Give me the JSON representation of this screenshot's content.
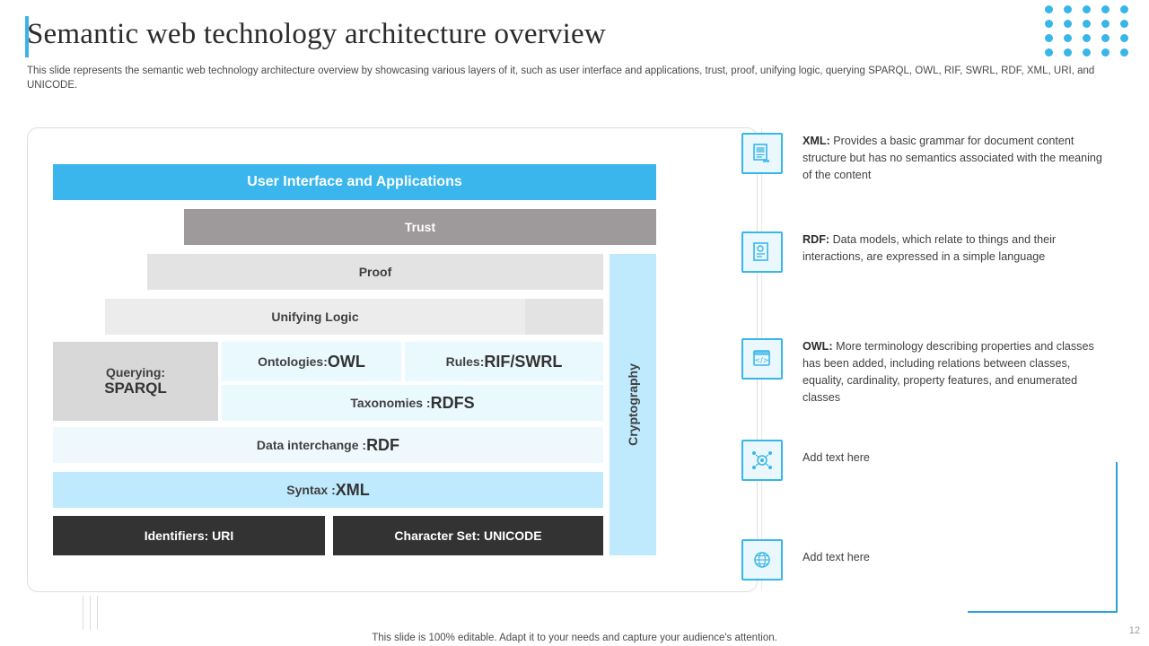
{
  "header": {
    "title": "Semantic web technology architecture overview",
    "subtitle": "This slide represents the semantic web technology architecture overview by showcasing various layers of it, such as user interface and applications, trust, proof, unifying logic, querying SPARQL, OWL, RIF, SWRL, RDF, XML, URI, and UNICODE."
  },
  "diagram": {
    "layers": {
      "ui": "User Interface and Applications",
      "trust": "Trust",
      "proof": "Proof",
      "unifying_logic": "Unifying Logic",
      "querying_label": "Querying:",
      "querying_value": "SPARQL",
      "ontologies_label": "Ontologies:",
      "ontologies_value": "OWL",
      "rules_label": "Rules:",
      "rules_value": "RIF/SWRL",
      "taxonomies_label": "Taxonomies : ",
      "taxonomies_value": "RDFS",
      "data_interchange_label": "Data interchange : ",
      "data_interchange_value": "RDF",
      "syntax_label": "Syntax : ",
      "syntax_value": "XML",
      "identifiers": "Identifiers: URI",
      "charset": "Character Set: UNICODE",
      "cryptography": "Cryptography"
    },
    "colors": {
      "accent": "#38b6e8",
      "ui_band": "#3ab6ec",
      "trust_band": "#9e9a9c",
      "proof_band": "#e3e3e3",
      "unifying_band": "#ececec",
      "querying_band": "#d8d8d8",
      "light_blue": "#bfeafd",
      "pale_blue": "#eaf9fe",
      "dark_band": "#333333"
    }
  },
  "bullets": [
    {
      "icon": "xml-document-icon",
      "bold": "XML:",
      "text": " Provides a basic grammar for document content structure but has no semantics associated with the meaning of the content"
    },
    {
      "icon": "rdf-document-icon",
      "bold": "RDF:",
      "text": " Data models, which relate to things and their interactions, are expressed in a simple language"
    },
    {
      "icon": "owl-code-icon",
      "bold": "OWL:",
      "text": " More terminology describing properties and classes has been added, including relations between classes, equality, cardinality, property features, and enumerated classes"
    },
    {
      "icon": "network-brain-icon",
      "bold": "",
      "text": "Add text here"
    },
    {
      "icon": "globe-network-icon",
      "bold": "",
      "text": "Add text here"
    }
  ],
  "footer": {
    "note": "This slide is 100% editable. Adapt it to your needs and capture your audience's attention.",
    "page_number": "12"
  }
}
